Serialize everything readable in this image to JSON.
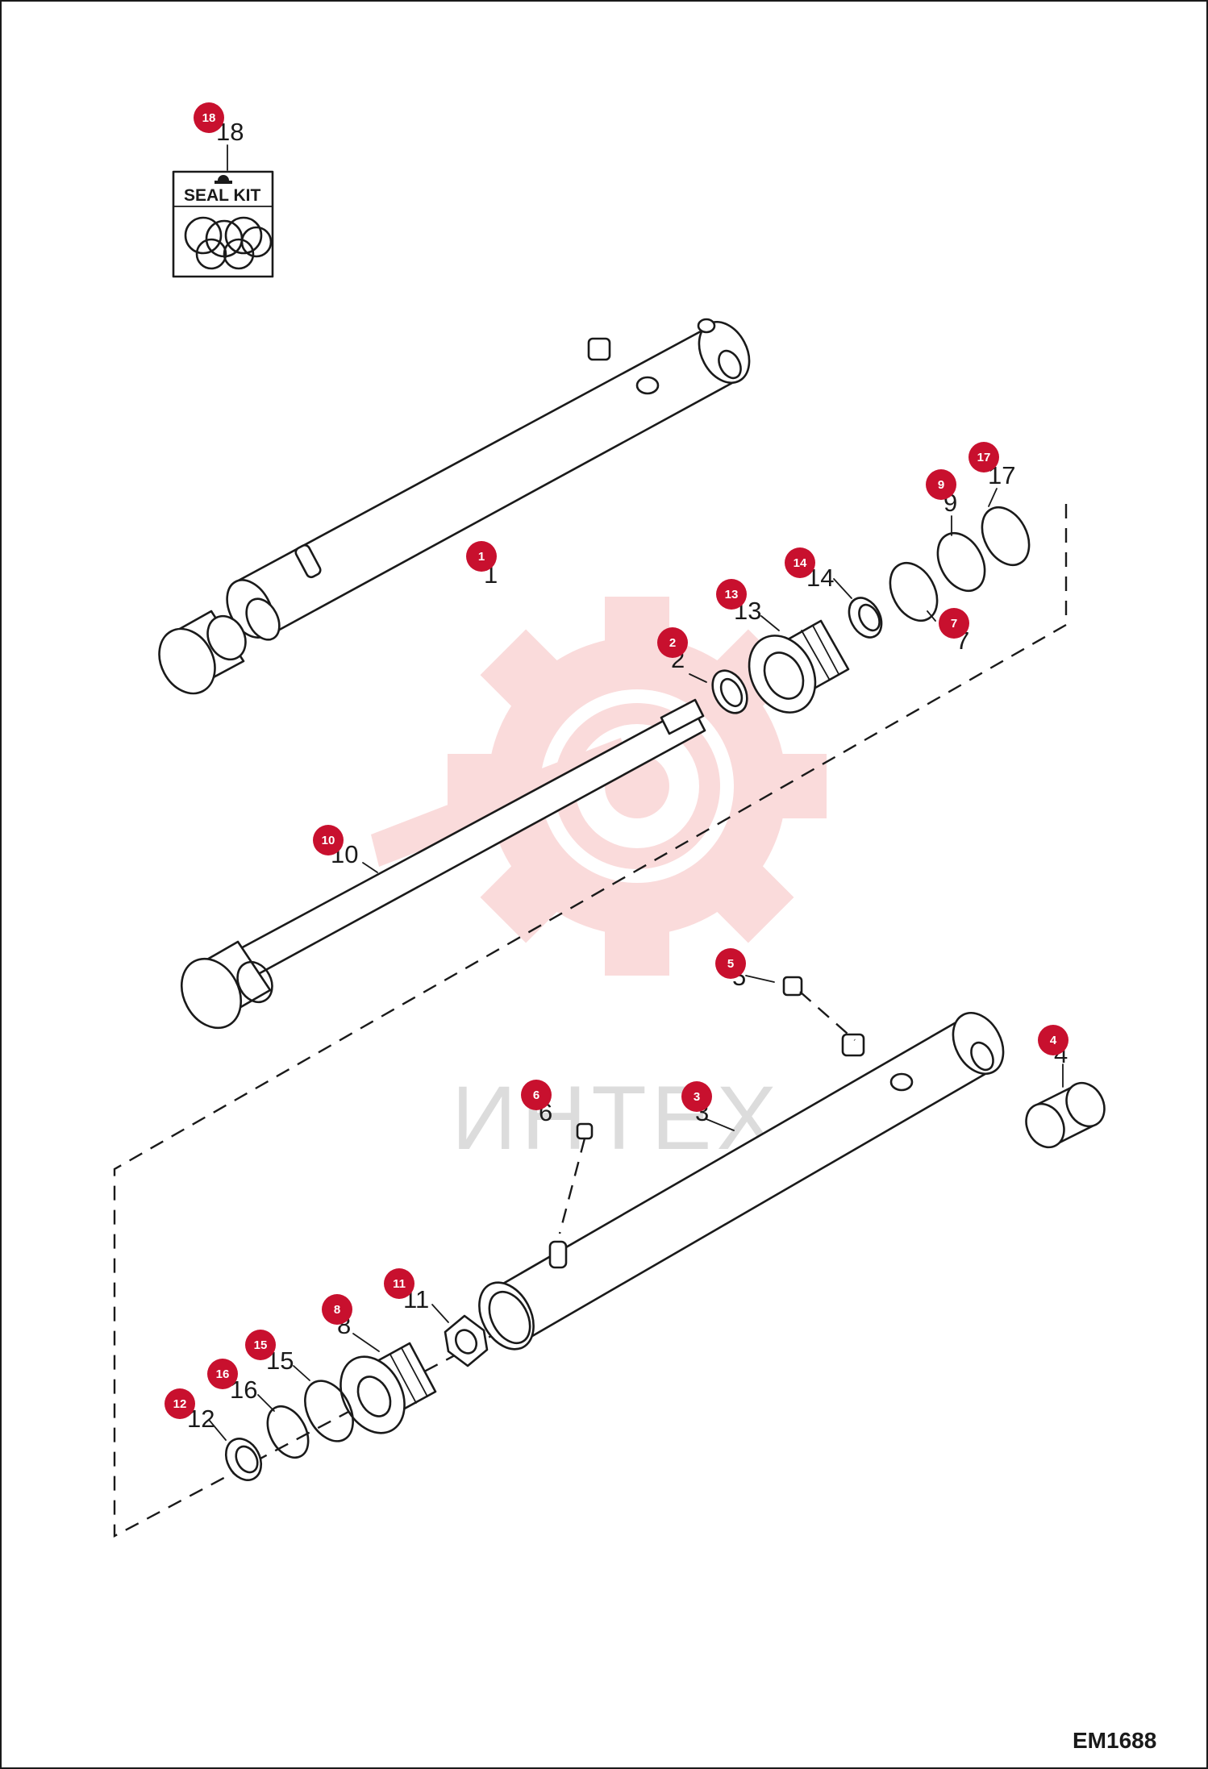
{
  "diagram": {
    "code": "EM1688",
    "watermark_text": "ИНТЕХ",
    "watermark_color": "#f2b8b8",
    "seal_kit_label": "SEAL KIT",
    "badge_color": "#c8102e",
    "callouts": [
      {
        "id": "18",
        "label": "18"
      },
      {
        "id": "1",
        "label": "1"
      },
      {
        "id": "17",
        "label": "17"
      },
      {
        "id": "9",
        "label": "9"
      },
      {
        "id": "14",
        "label": "14"
      },
      {
        "id": "13",
        "label": "13"
      },
      {
        "id": "7",
        "label": "7"
      },
      {
        "id": "2",
        "label": "2"
      },
      {
        "id": "10",
        "label": "10"
      },
      {
        "id": "5",
        "label": "5"
      },
      {
        "id": "4",
        "label": "4"
      },
      {
        "id": "6",
        "label": "6"
      },
      {
        "id": "3",
        "label": "3"
      },
      {
        "id": "11",
        "label": "11"
      },
      {
        "id": "8",
        "label": "8"
      },
      {
        "id": "15",
        "label": "15"
      },
      {
        "id": "16",
        "label": "16"
      },
      {
        "id": "12",
        "label": "12"
      }
    ]
  }
}
